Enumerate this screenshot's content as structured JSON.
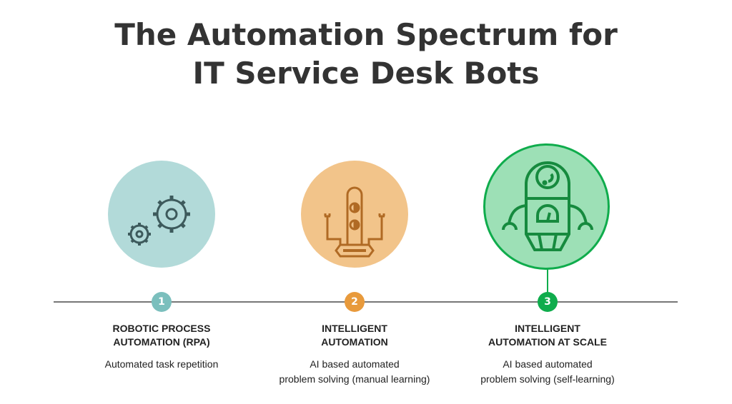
{
  "title_line1": "The Automation Spectrum for",
  "title_line2": "IT Service Desk Bots",
  "stages": [
    {
      "number": "1",
      "heading_line1": "ROBOTIC PROCESS",
      "heading_line2": "AUTOMATION (RPA)",
      "desc_line1": "Automated task repetition",
      "desc_line2": "",
      "icon": "gears-icon",
      "color": "#7bbfbd",
      "bg": "#b2dad9"
    },
    {
      "number": "2",
      "heading_line1": "INTELLIGENT",
      "heading_line2": "AUTOMATION",
      "desc_line1": "AI based automated",
      "desc_line2": "problem solving (manual learning)",
      "icon": "simple-robot-icon",
      "color": "#e89a3c",
      "bg": "#f2c48a"
    },
    {
      "number": "3",
      "heading_line1": "INTELLIGENT",
      "heading_line2": "AUTOMATION AT SCALE",
      "desc_line1": "AI based automated",
      "desc_line2": "problem solving (self-learning)",
      "icon": "robot-icon",
      "color": "#0fac4c",
      "bg": "#9de0b6"
    }
  ]
}
